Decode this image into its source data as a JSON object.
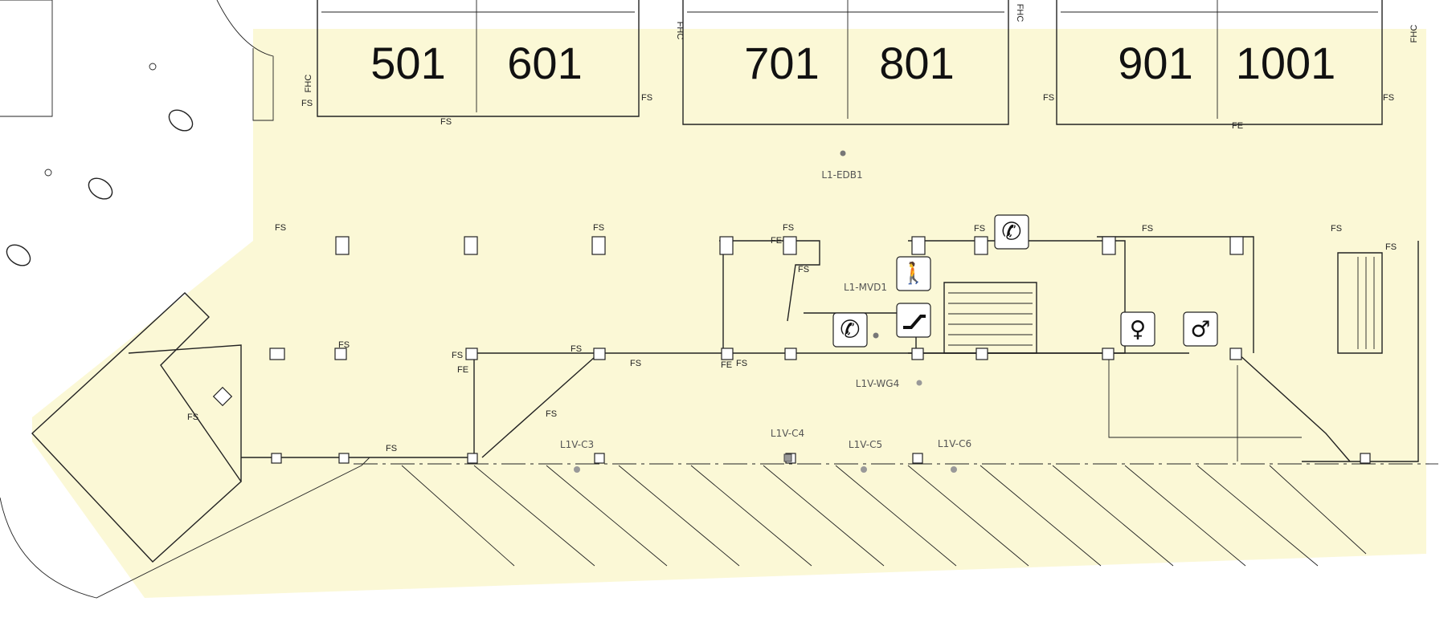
{
  "map": {
    "colors": {
      "area_fill": "#fbf8d6",
      "line": "#222222",
      "label": "#555555",
      "marker": "#777777"
    },
    "tenants": [
      {
        "id": "501",
        "label": "501"
      },
      {
        "id": "601",
        "label": "601"
      },
      {
        "id": "701",
        "label": "701"
      },
      {
        "id": "801",
        "label": "801"
      },
      {
        "id": "901",
        "label": "901"
      },
      {
        "id": "1001",
        "label": "1001"
      }
    ],
    "equipment": [
      {
        "id": "L1-EDB1",
        "label": "L1-EDB1"
      },
      {
        "id": "L1-MVD1",
        "label": "L1-MVD1"
      },
      {
        "id": "L1V-WG4",
        "label": "L1V-WG4"
      },
      {
        "id": "L1V-C3",
        "label": "L1V-C3"
      },
      {
        "id": "L1V-C4",
        "label": "L1V-C4"
      },
      {
        "id": "L1V-C5",
        "label": "L1V-C5"
      },
      {
        "id": "L1V-C6",
        "label": "L1V-C6"
      }
    ],
    "fire_labels": {
      "fs": "FS",
      "fe": "FE",
      "fhc": "FHC"
    },
    "icons": [
      {
        "id": "phone-1",
        "type": "phone-icon",
        "glyph": "✆"
      },
      {
        "id": "phone-2",
        "type": "phone-icon",
        "glyph": "✆"
      },
      {
        "id": "stairs-walk",
        "type": "pedestrian-icon",
        "glyph": "🚶"
      },
      {
        "id": "escalator",
        "type": "escalator-icon",
        "glyph": "⟋"
      },
      {
        "id": "womens-restroom",
        "type": "female-restroom-icon",
        "glyph": "♀"
      },
      {
        "id": "mens-restroom",
        "type": "male-restroom-icon",
        "glyph": "♂"
      }
    ]
  }
}
